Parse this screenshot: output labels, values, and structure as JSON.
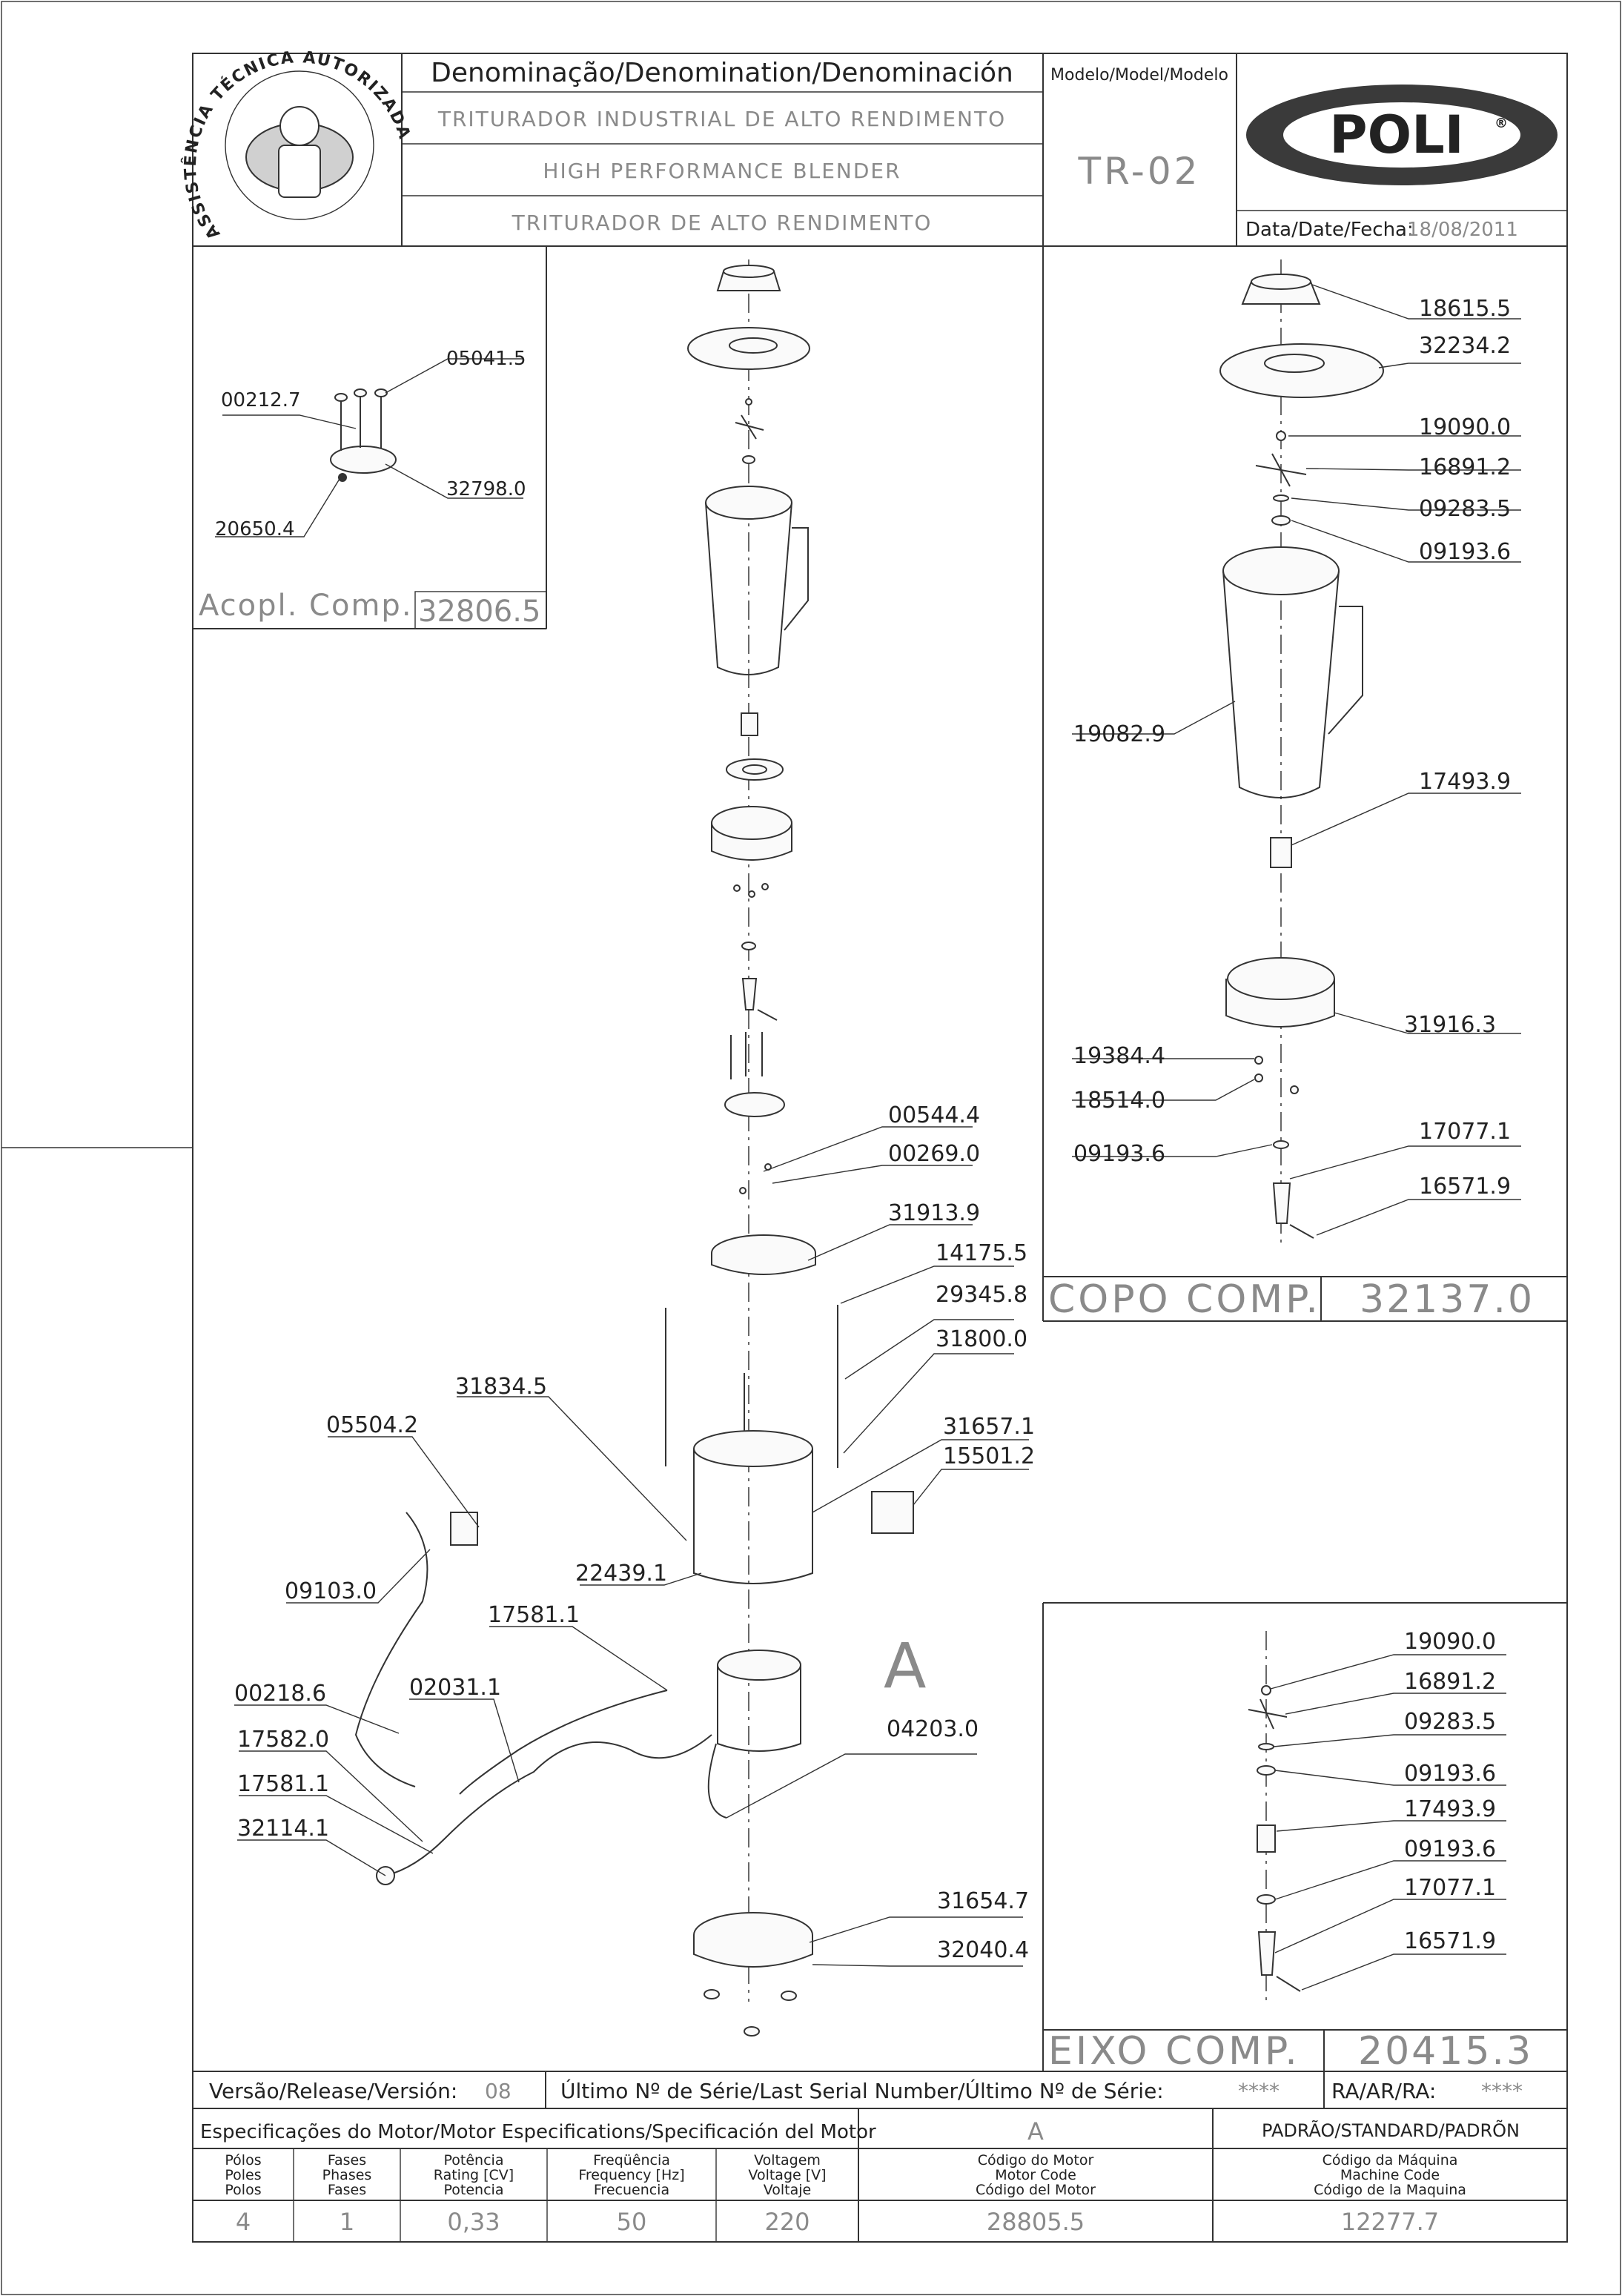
{
  "header": {
    "denomination_heading": "Denominação/Denomination/Denominación",
    "name_pt": "TRITURADOR INDUSTRIAL DE ALTO RENDIMENTO",
    "name_en": "HIGH PERFORMANCE BLENDER",
    "name_es": "TRITURADOR DE ALTO RENDIMENTO",
    "model_heading": "Modelo/Model/Modelo",
    "model": "TR-02",
    "brand": "POLI",
    "brand_mark": "®",
    "date_label": "Data/Date/Fecha:",
    "date": "18/08/2011",
    "seal_text": "ASSISTÊNCIA TÉCNICA AUTORIZADA"
  },
  "coupling": {
    "title": "Acopl. Comp.",
    "code": "32806.5",
    "parts": [
      "05041.5",
      "00212.7",
      "32798.0",
      "20650.4"
    ]
  },
  "cup": {
    "title": "COPO COMP.",
    "code": "32137.0",
    "parts": [
      "18615.5",
      "32234.2",
      "19090.0",
      "16891.2",
      "09283.5",
      "09193.6",
      "19082.9",
      "17493.9",
      "31916.3",
      "19384.4",
      "18514.0",
      "17077.1",
      "09193.6",
      "16571.9"
    ]
  },
  "shaft": {
    "title": "EIXO COMP.",
    "code": "20415.3",
    "parts": [
      "19090.0",
      "16891.2",
      "09283.5",
      "09193.6",
      "17493.9",
      "09193.6",
      "17077.1",
      "16571.9"
    ]
  },
  "main": {
    "detail_letter": "A",
    "parts_right": [
      "00544.4",
      "00269.0",
      "31913.9",
      "14175.5",
      "29345.8",
      "31800.0",
      "31657.1",
      "15501.2",
      "04203.0",
      "31654.7",
      "32040.4"
    ],
    "parts_left": [
      "31834.5",
      "05504.2",
      "09103.0",
      "22439.1",
      "17581.1",
      "00218.6",
      "02031.1",
      "17582.0",
      "17581.1",
      "32114.1"
    ]
  },
  "footer": {
    "version_label": "Versão/Release/Versión:",
    "version": "08",
    "serial_label": "Último Nº de Série/Last Serial Number/Último Nº de Série:",
    "serial": "****",
    "ra_label": "RA/AR/RA:",
    "ra": "****",
    "motor_spec_label": "Especificações do Motor/Motor Especifications/Specificación del Motor",
    "motor_letter": "A",
    "standard_label": "PADRÃO/STANDARD/PADRÕN",
    "col_poles": [
      "Pólos",
      "Poles",
      "Polos"
    ],
    "col_phases": [
      "Fases",
      "Phases",
      "Fases"
    ],
    "col_rating": [
      "Potência",
      "Rating [CV]",
      "Potencia"
    ],
    "col_frequency": [
      "Freqüência",
      "Frequency [Hz]",
      "Frecuencia"
    ],
    "col_voltage": [
      "Voltagem",
      "Voltage [V]",
      "Voltaje"
    ],
    "col_motor_code": [
      "Código do Motor",
      "Motor Code",
      "Código del Motor"
    ],
    "col_machine_code": [
      "Código da Máquina",
      "Machine Code",
      "Código de la Maquina"
    ],
    "val_poles": "4",
    "val_phases": "1",
    "val_rating": "0,33",
    "val_frequency": "50",
    "val_voltage": "220",
    "val_motor_code": "28805.5",
    "val_machine_code": "12277.7"
  }
}
